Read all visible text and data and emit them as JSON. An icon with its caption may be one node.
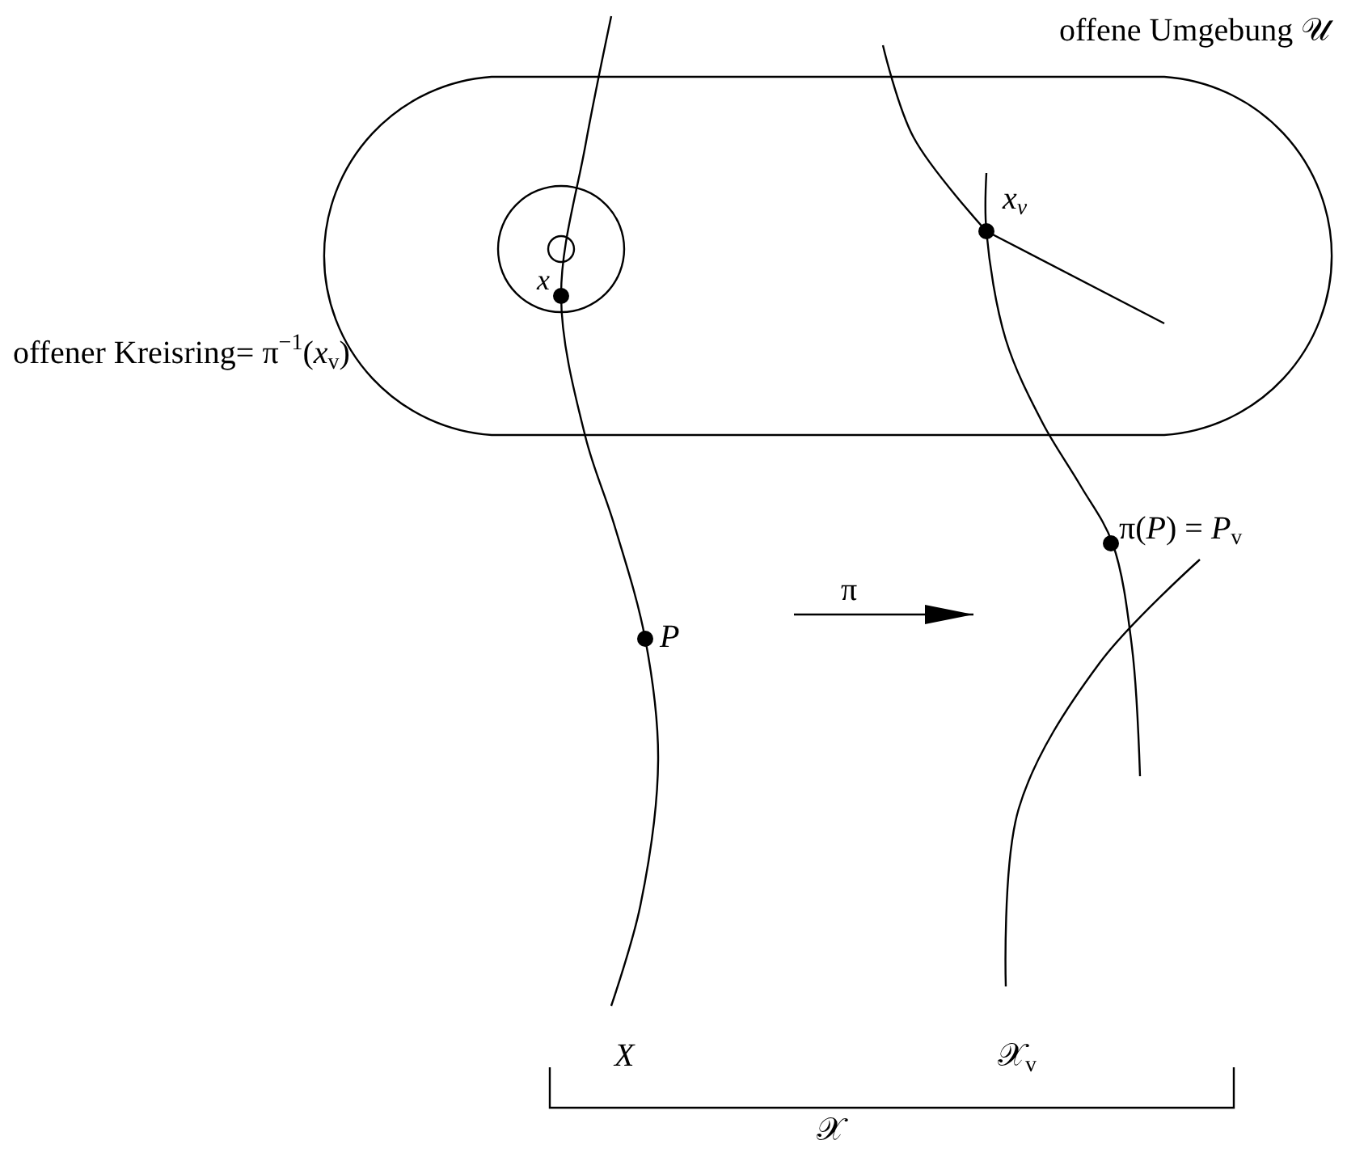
{
  "diagram": {
    "nodes": [
      {
        "text": [
          "offene Umgebung 𝒰"
        ]
      }
    ],
    "labels": [
      "*x*$_{v}$",
      "x",
      "offener Kreisring= π$^{−1}$(*x*$_{v}$)",
      "π(*P*) = *P*$_{v}$",
      "P",
      "π",
      "X",
      "𝒳$_{v}$",
      "𝒳"
    ]
  }
}
